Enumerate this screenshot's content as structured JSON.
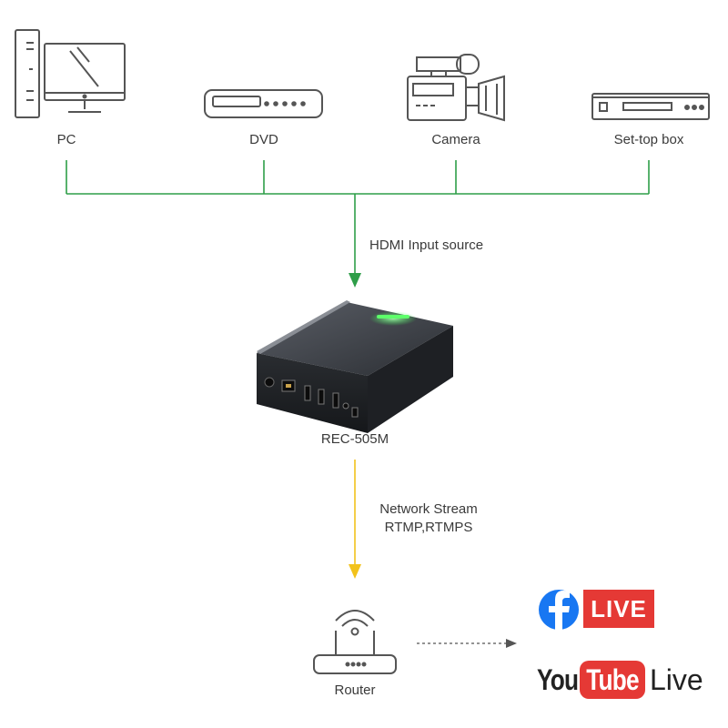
{
  "sources": [
    {
      "label": "PC",
      "icon": "pc-icon"
    },
    {
      "label": "DVD",
      "icon": "dvd-player-icon"
    },
    {
      "label": "Camera",
      "icon": "video-camera-icon"
    },
    {
      "label": "Set-top box",
      "icon": "set-top-box-icon"
    }
  ],
  "input_connector": {
    "label": "HDMI Input source",
    "color": "#2e9e48"
  },
  "device": {
    "label": "REC-505M",
    "icon": "encoder-device-icon",
    "led_color": "#5dff6a"
  },
  "output_connector": {
    "line1": "Network Stream",
    "line2": "RTMP,RTMPS",
    "color": "#f2c21b"
  },
  "router": {
    "label": "Router",
    "icon": "router-icon"
  },
  "platforms": {
    "facebook": {
      "badge": "LIVE",
      "color": "#e53935",
      "logo_color": "#1877f2"
    },
    "youtube": {
      "word1": "You",
      "word2": "Tube",
      "suffix": "Live",
      "color": "#e53935"
    }
  }
}
